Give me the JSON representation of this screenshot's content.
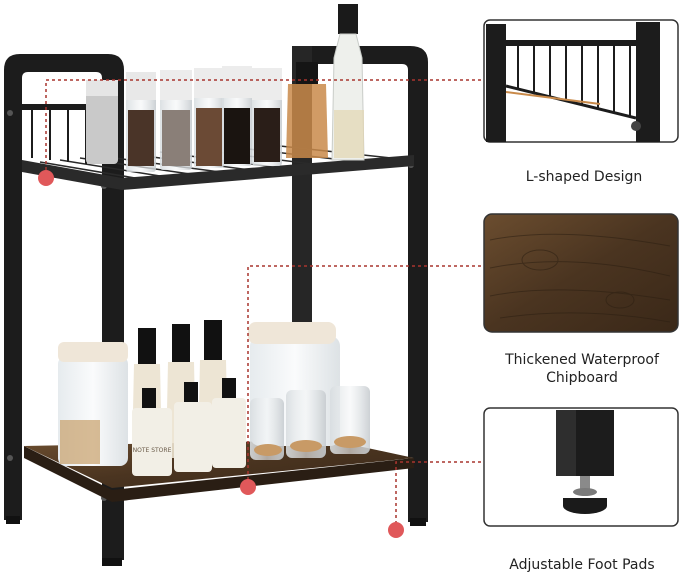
{
  "features": [
    {
      "id": "l-shaped",
      "label": "L-shaped Design"
    },
    {
      "id": "chipboard",
      "label": "Thickened Waterproof Chipboard"
    },
    {
      "id": "foot-pads",
      "label": "Adjustable Foot Pads"
    }
  ],
  "product_label": "NOTE STORE",
  "colors": {
    "frame": "#1c1c1c",
    "wood": "#5a4129",
    "callout_line": "#a8352e",
    "callout_dot": "#e0585a",
    "caption_text": "#222222",
    "panel_border": "#333333"
  },
  "icons": [
    "wire-basket-detail",
    "wood-grain-texture",
    "adjustable-foot"
  ]
}
